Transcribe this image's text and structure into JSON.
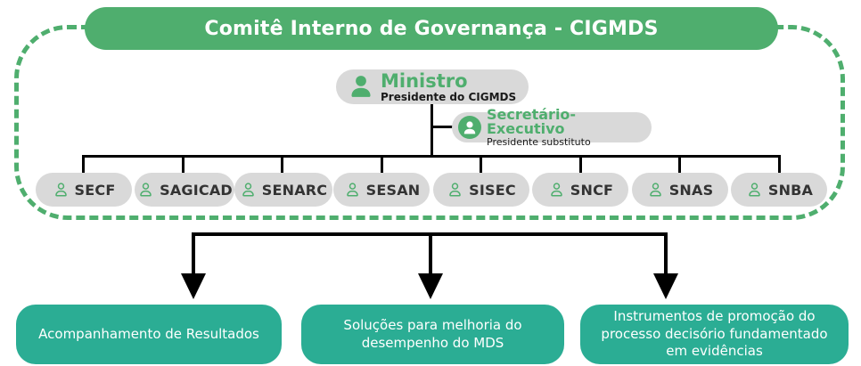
{
  "colors": {
    "green": "#4fae6e",
    "teal": "#2bad94",
    "pill_gray": "#d9d9d9",
    "line_black": "#000000",
    "text_dark": "#333333",
    "white": "#ffffff"
  },
  "header": {
    "title": "Comitê Interno de Governança - CIGMDS"
  },
  "org": {
    "ministro": {
      "title": "Ministro",
      "subtitle": "Presidente do CIGMDS",
      "icon": "person-icon"
    },
    "secretario_executivo": {
      "title": "Secretário-Executivo",
      "subtitle": "Presidente substituto",
      "icon": "person-circle-icon"
    },
    "secretarias": [
      {
        "label": "SECF",
        "icon": "person-outline-icon"
      },
      {
        "label": "SAGICAD",
        "icon": "person-outline-icon"
      },
      {
        "label": "SENARC",
        "icon": "person-outline-icon"
      },
      {
        "label": "SESAN",
        "icon": "person-outline-icon"
      },
      {
        "label": "SISEC",
        "icon": "person-outline-icon"
      },
      {
        "label": "SNCF",
        "icon": "person-outline-icon"
      },
      {
        "label": "SNAS",
        "icon": "person-outline-icon"
      },
      {
        "label": "SNBA",
        "icon": "person-outline-icon"
      }
    ]
  },
  "outcomes": [
    {
      "label": "Acompanhamento de Resultados"
    },
    {
      "label": "Soluções para melhoria do desempenho do MDS"
    },
    {
      "label": "Instrumentos de promoção do processo decisório fundamentado em evidências"
    }
  ]
}
